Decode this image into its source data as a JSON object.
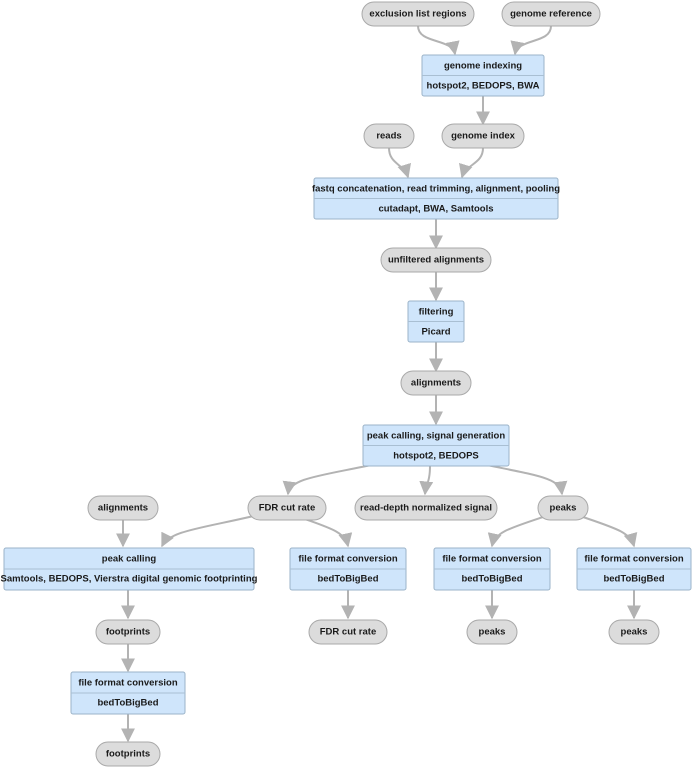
{
  "inputs": {
    "exclusion_list": "exclusion list regions",
    "genome_reference": "genome reference",
    "reads": "reads",
    "alignments_left": "alignments"
  },
  "steps": {
    "genome_indexing": {
      "title": "genome indexing",
      "tools": "hotspot2, BEDOPS, BWA"
    },
    "preprocess": {
      "title": "fastq concatenation, read trimming, alignment, pooling",
      "tools": "cutadapt, BWA, Samtools"
    },
    "filtering": {
      "title": "filtering",
      "tools": "Picard"
    },
    "peak_signal": {
      "title": "peak calling, signal generation",
      "tools": "hotspot2, BEDOPS"
    },
    "peak_calling": {
      "title": "peak calling",
      "tools": "Samtools, BEDOPS, Vierstra digital genomic footprinting"
    },
    "ffc_fdr": {
      "title": "file format conversion",
      "tools": "bedToBigBed"
    },
    "ffc_peaks_a": {
      "title": "file format conversion",
      "tools": "bedToBigBed"
    },
    "ffc_peaks_b": {
      "title": "file format conversion",
      "tools": "bedToBigBed"
    },
    "ffc_footprints": {
      "title": "file format conversion",
      "tools": "bedToBigBed"
    }
  },
  "artifacts": {
    "genome_index": "genome index",
    "unfiltered_alignments": "unfiltered alignments",
    "alignments": "alignments",
    "fdr_cut_rate": "FDR cut rate",
    "read_depth_signal": "read-depth normalized signal",
    "peaks": "peaks",
    "footprints_1": "footprints",
    "fdr_cut_rate_out": "FDR cut rate",
    "peaks_out_a": "peaks",
    "peaks_out_b": "peaks",
    "footprints_out": "footprints"
  }
}
